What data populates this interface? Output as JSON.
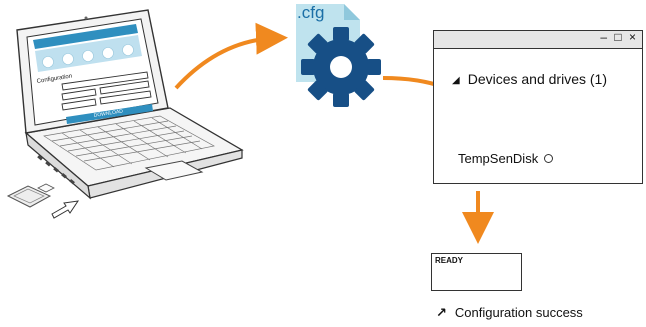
{
  "laptop_screen": {
    "form_title": "Configuration",
    "button_label": "DOWNLOAD"
  },
  "config_file": {
    "extension": ".cfg"
  },
  "explorer_window": {
    "controls": "– □ ×",
    "section_heading": "Devices and drives (1)",
    "drive_name": "TempSenDisk"
  },
  "status": {
    "text": "READY"
  },
  "result": {
    "text": "Configuration success"
  },
  "colors": {
    "arrow": "#f0891f",
    "gear": "#174f86",
    "file": "#bfe3ee",
    "screen_bar": "#2f8fbf",
    "screen_panel": "#bfe0ef"
  }
}
